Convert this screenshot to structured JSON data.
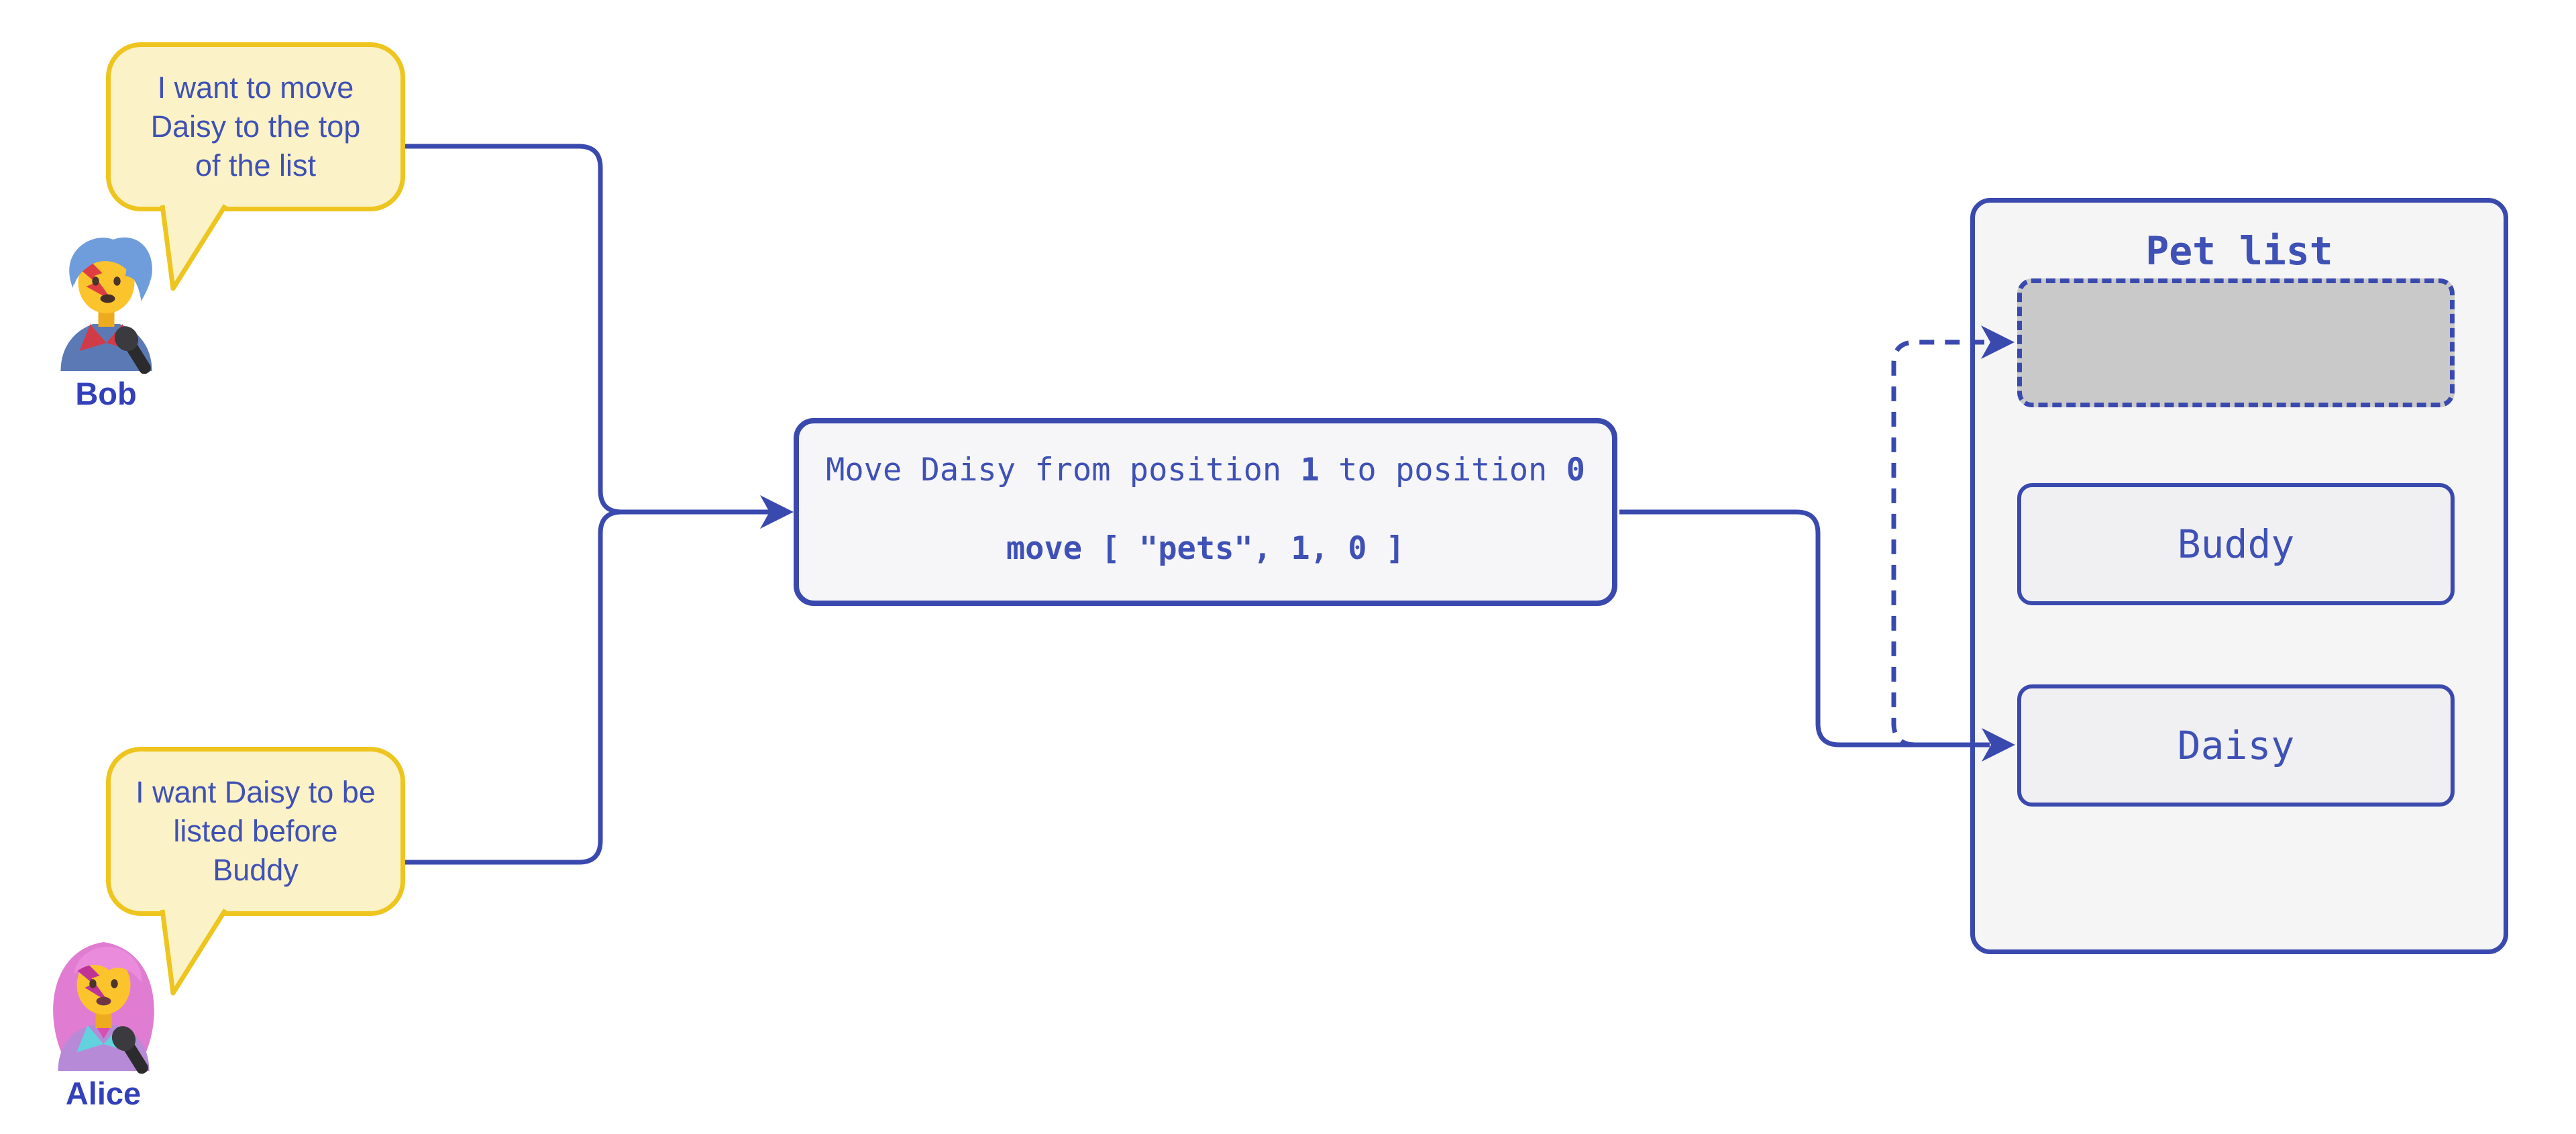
{
  "colors": {
    "line": "#3a49ae",
    "text": "#3f51b5",
    "label": "#3340bb",
    "bubble_fill": "#fbf2c7",
    "bubble_border": "#eec51f",
    "box_fill": "#f6f6f8",
    "panel_fill": "#f5f5f6",
    "item_fill": "#f0f0f2",
    "placeholder_fill": "#c9c9c9",
    "background": "#ffffff"
  },
  "actors": [
    {
      "name": "Bob",
      "emoji": "man-singer",
      "speech_lines": [
        "I want to move",
        "Daisy to the top",
        "of the list"
      ]
    },
    {
      "name": "Alice",
      "emoji": "woman-singer",
      "speech_lines": [
        "I want Daisy to be",
        "listed before",
        "Buddy"
      ]
    }
  ],
  "command": {
    "line1_before": "Move Daisy from position ",
    "line1_from": "1",
    "line1_mid": " to position ",
    "line1_to": "0",
    "line2": "move [ \"pets\", 1, 0 ]"
  },
  "pet_list": {
    "title": "Pet list",
    "placeholder": "",
    "items": [
      "Buddy",
      "Daisy"
    ]
  }
}
